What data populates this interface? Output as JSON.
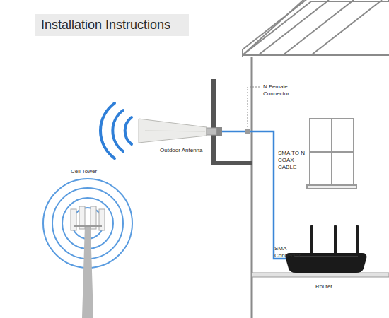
{
  "diagram": {
    "title": "Installation Instructions",
    "labels": [
      "N Female Connector",
      "Outdoor Antenna",
      "SMA TO N COAX CABLE",
      "Cell Tower",
      "SMA Connector",
      "Router"
    ]
  }
}
